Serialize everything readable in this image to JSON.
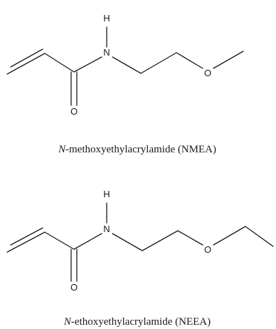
{
  "figure": {
    "molecules": [
      {
        "atoms": {
          "h": "H",
          "n": "N",
          "o_carbonyl": "O",
          "o_ether": "O"
        },
        "caption": {
          "prefix": "N",
          "text": "-methoxyethylacrylamide (NMEA)"
        }
      },
      {
        "atoms": {
          "h": "H",
          "n": "N",
          "o_carbonyl": "O",
          "o_ether": "O"
        },
        "caption": {
          "prefix": "N",
          "text": "-ethoxyethylacrylamide (NEEA)"
        }
      }
    ]
  }
}
